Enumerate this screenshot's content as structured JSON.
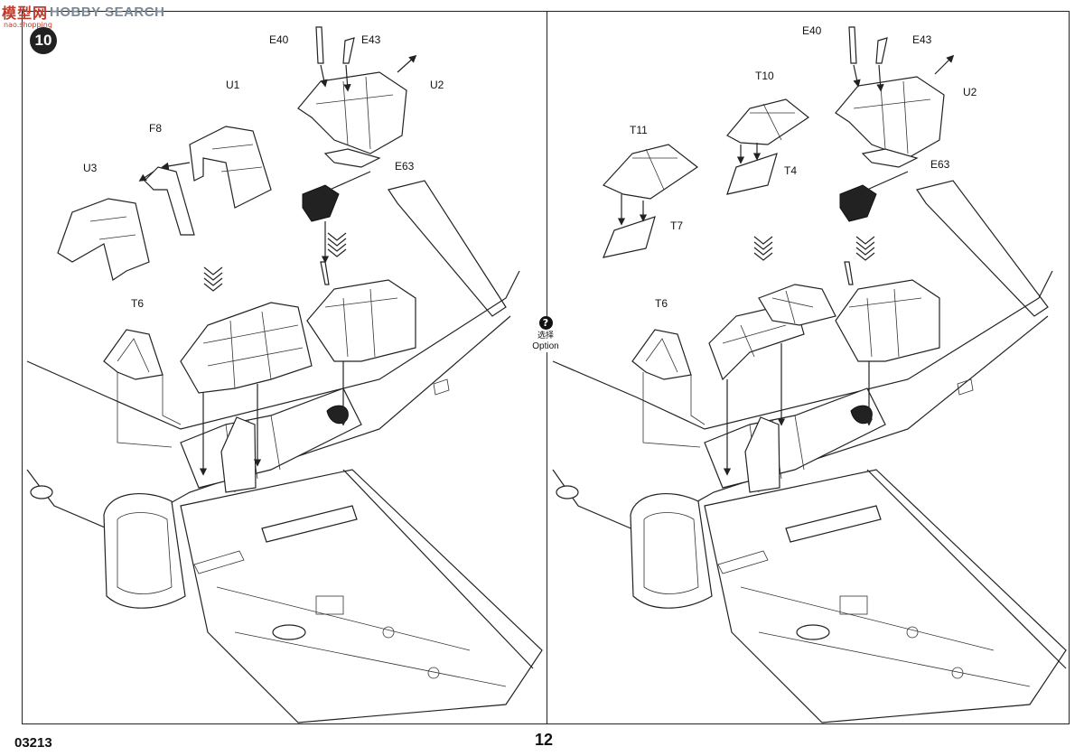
{
  "watermark": {
    "logo": "模型网",
    "brand": "HOBBY SEARCH",
    "url": "nao.shopping"
  },
  "step_number": "10",
  "option": {
    "label_cn": "选择",
    "label_en": "Option",
    "icon": "question-icon"
  },
  "footer": {
    "product_code": "03213",
    "page_number": "12"
  },
  "left_panel": {
    "parts": {
      "e40": "E40",
      "e43": "E43",
      "u1": "U1",
      "u2": "U2",
      "u3": "U3",
      "f8": "F8",
      "e63": "E63",
      "t6": "T6"
    }
  },
  "right_panel": {
    "parts": {
      "e40": "E40",
      "e43": "E43",
      "t10": "T10",
      "t11": "T11",
      "t4": "T4",
      "t7": "T7",
      "u2": "U2",
      "e63": "E63",
      "t6": "T6"
    }
  }
}
